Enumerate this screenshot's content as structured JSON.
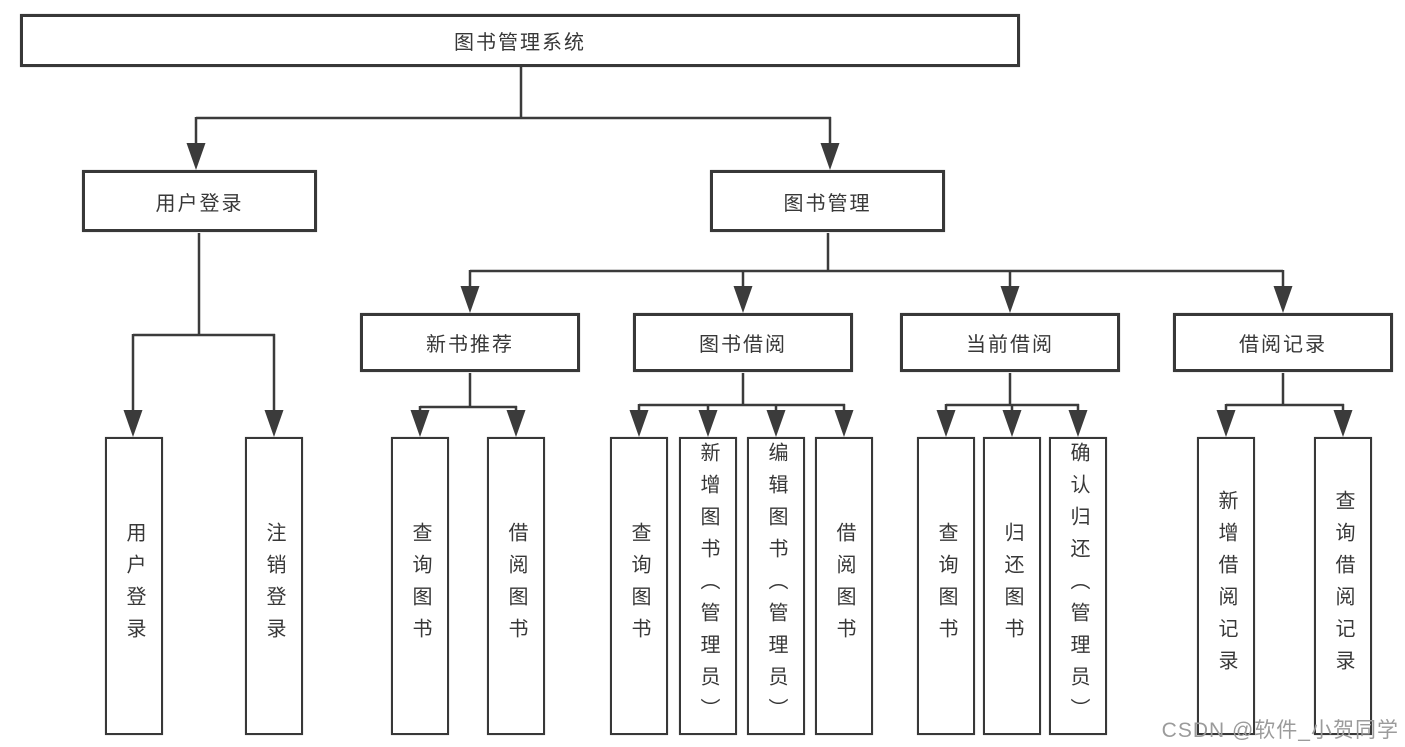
{
  "tree": {
    "root": {
      "label": "图书管理系统",
      "children": [
        {
          "label": "用户登录",
          "children": [
            {
              "label": "用户登录"
            },
            {
              "label": "注销登录"
            }
          ]
        },
        {
          "label": "图书管理",
          "children": [
            {
              "label": "新书推荐",
              "children": [
                {
                  "label": "查询图书"
                },
                {
                  "label": "借阅图书"
                }
              ]
            },
            {
              "label": "图书借阅",
              "children": [
                {
                  "label": "查询图书"
                },
                {
                  "label": "新增图书（管理员）"
                },
                {
                  "label": "编辑图书（管理员）"
                },
                {
                  "label": "借阅图书"
                }
              ]
            },
            {
              "label": "当前借阅",
              "children": [
                {
                  "label": "查询图书"
                },
                {
                  "label": "归还图书"
                },
                {
                  "label": "确认归还（管理员）"
                }
              ]
            },
            {
              "label": "借阅记录",
              "children": [
                {
                  "label": "新增借阅记录"
                },
                {
                  "label": "查询借阅记录"
                }
              ]
            }
          ]
        }
      ]
    }
  },
  "watermark": {
    "text": "CSDN @软件_小贺同学"
  },
  "colors": {
    "line": "#3b3b3b",
    "box-border": "#383838",
    "text": "#383838",
    "watermark": "#9b9b9b",
    "background": "#ffffff"
  }
}
